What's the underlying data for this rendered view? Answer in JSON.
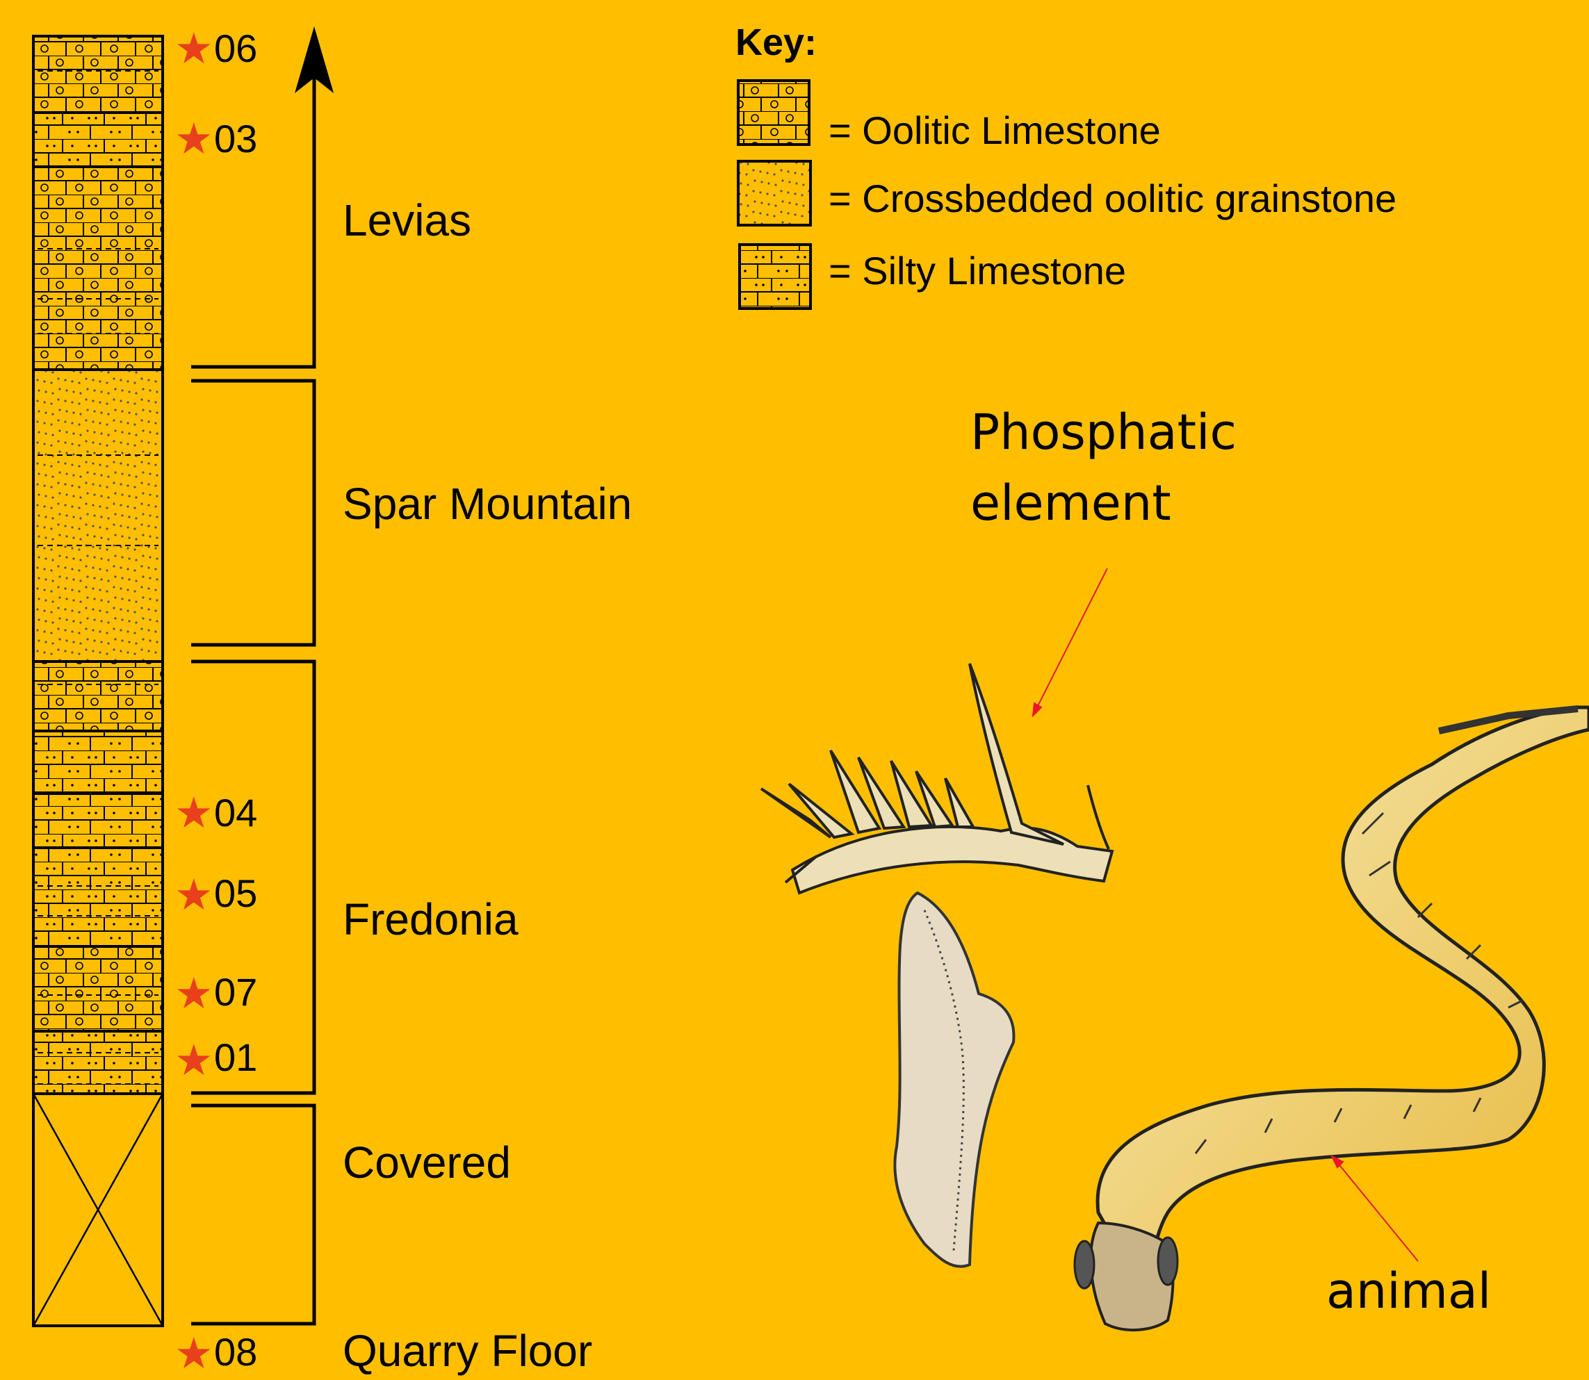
{
  "formations": [
    {
      "name": "Levias"
    },
    {
      "name": "Spar Mountain"
    },
    {
      "name": "Fredonia"
    },
    {
      "name": "Covered"
    },
    {
      "name": "Quarry Floor"
    }
  ],
  "samples": [
    "06",
    "03",
    "04",
    "05",
    "07",
    "01",
    "08"
  ],
  "sample_marker_color": "#E8401C",
  "background_color": "#FFBF00",
  "key": {
    "title": "Key:",
    "items": [
      {
        "text": "= Oolitic Limestone"
      },
      {
        "text": "= Crossbedded oolitic grainstone"
      },
      {
        "text": "=  Silty Limestone"
      }
    ]
  },
  "annotations": {
    "element_line1": "Phosphatic",
    "element_line2": "element",
    "animal": "animal"
  }
}
